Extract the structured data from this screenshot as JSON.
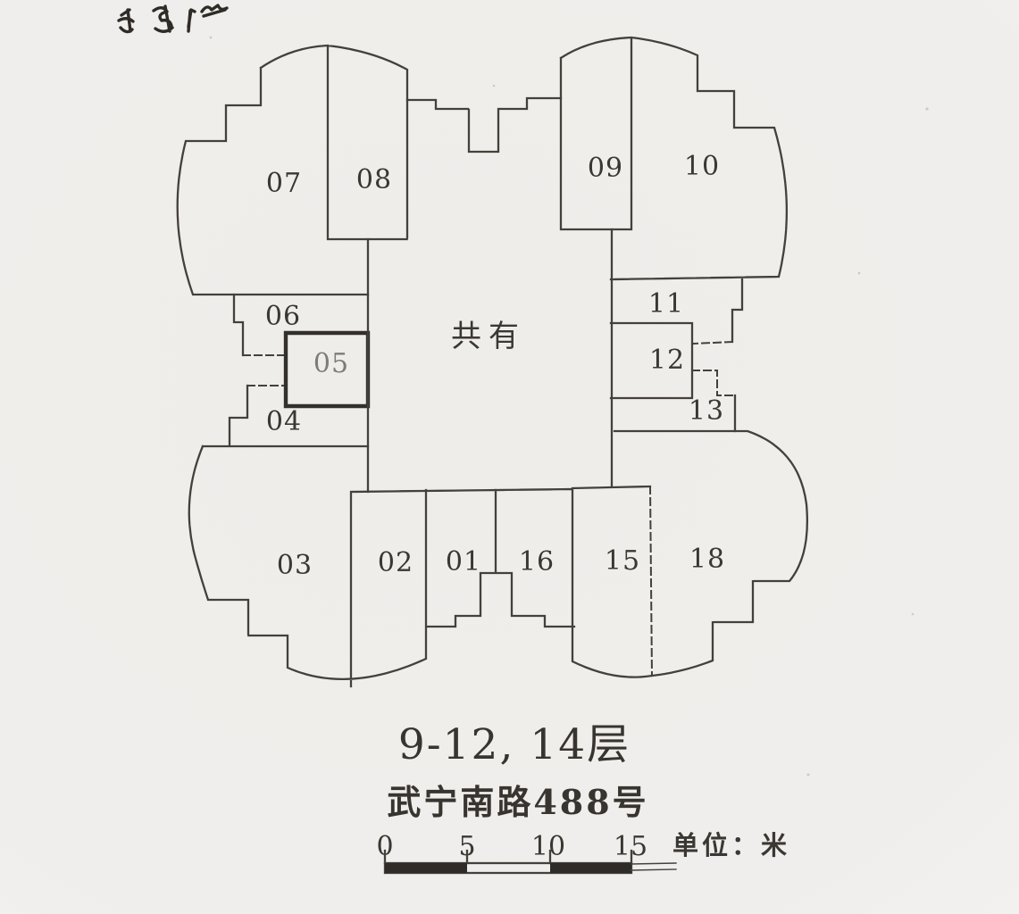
{
  "document": {
    "type": "scanned building floor plan",
    "floor_caption": "9-12, 14层",
    "address_caption": "武宁南路488号",
    "common_area_label": "共有",
    "handwritten_note": "(illegible handwritten note)"
  },
  "units": {
    "u01": "01",
    "u02": "02",
    "u03": "03",
    "u04": "04",
    "u05": "05",
    "u06": "06",
    "u07": "07",
    "u08": "08",
    "u09": "09",
    "u10": "10",
    "u11": "11",
    "u12": "12",
    "u13": "13",
    "u15": "15",
    "u16": "16",
    "u18": "18"
  },
  "scale_bar": {
    "ticks": [
      "0",
      "5",
      "10",
      "15"
    ],
    "unit_label": "单位：米"
  },
  "colors": {
    "paper": "#efedea",
    "ink": "#44403b"
  }
}
